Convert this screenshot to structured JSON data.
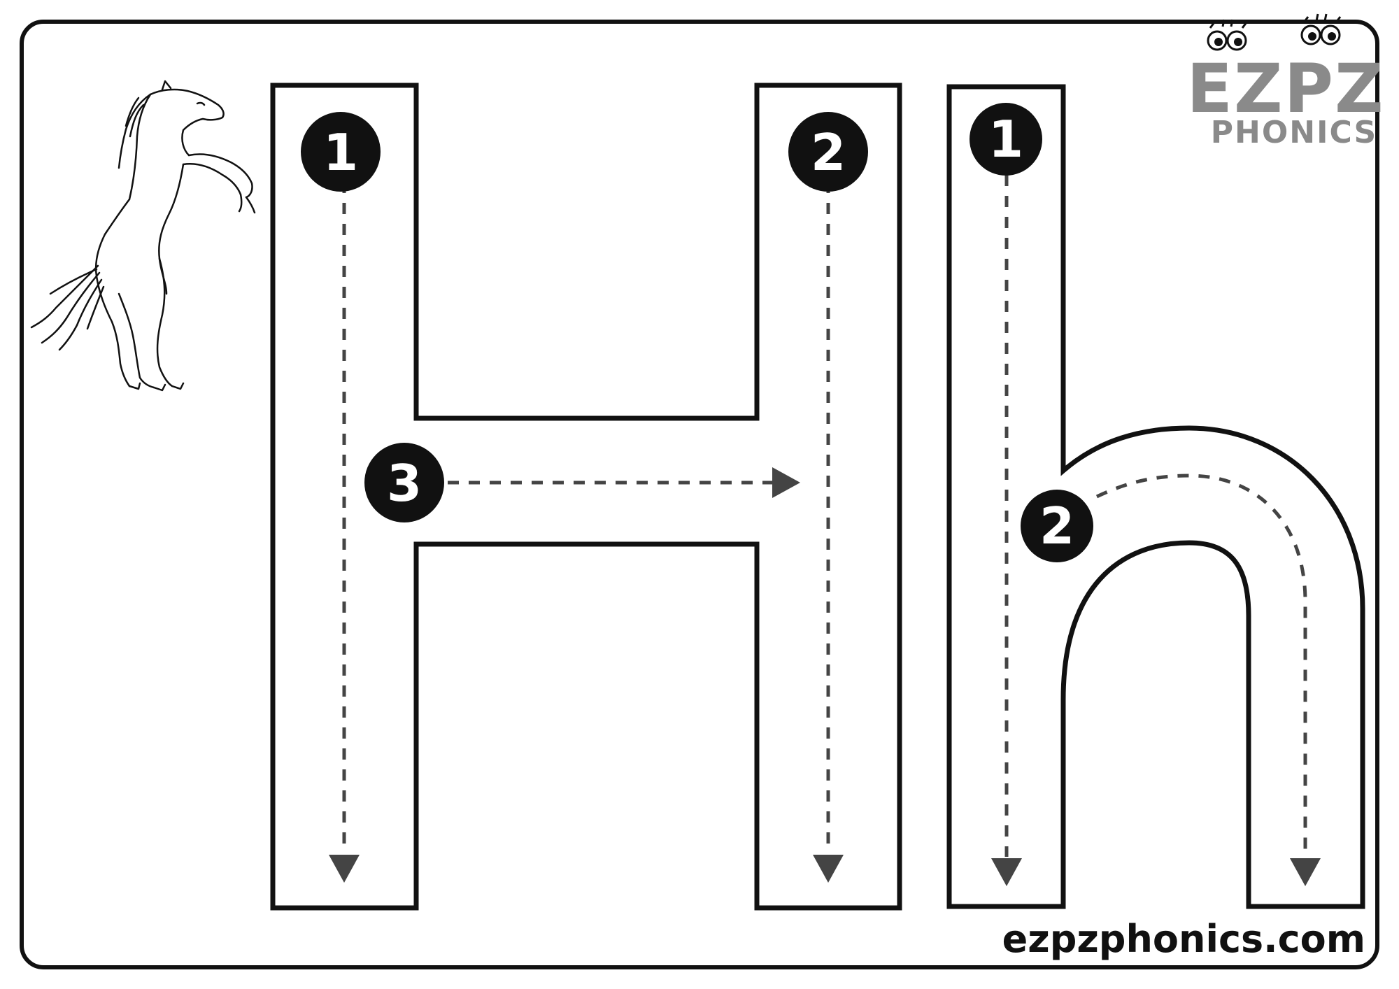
{
  "worksheet": {
    "letter_upper": "H",
    "letter_lower": "h",
    "picture_icon": "horse-icon"
  },
  "strokes": {
    "upper": [
      "1",
      "2",
      "3"
    ],
    "lower": [
      "1",
      "2"
    ]
  },
  "logo": {
    "word": "EZPZ",
    "subtitle": "PHONICS"
  },
  "footer": {
    "url": "ezpzphonics.com"
  },
  "colors": {
    "ink": "#111111",
    "guide": "#444444",
    "logo_gray": "#8a8a8a"
  }
}
